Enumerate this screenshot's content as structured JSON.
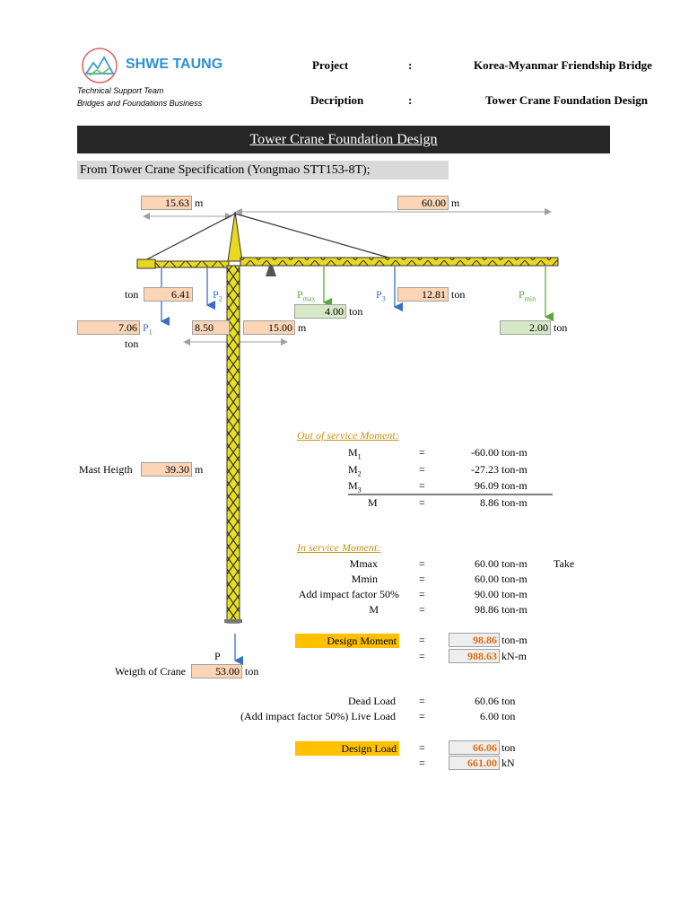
{
  "logo": {
    "name": "SHWE TAUNG",
    "team": "Technical Support Team",
    "business": "Bridges and Foundations Business"
  },
  "header": {
    "project_label": "Project",
    "project_sep": ":",
    "project_value": "Korea-Myanmar Friendship Bridge",
    "desc_label": "Decription",
    "desc_sep": ":",
    "desc_value": "Tower Crane Foundation Design"
  },
  "title": "Tower Crane Foundation Design",
  "spec_line": "From Tower Crane Specification (Yongmao STT153-8T);",
  "diagram": {
    "counter_jib_length": "15.63",
    "jib_length": "60.00",
    "unit_m": "m",
    "unit_ton": "ton",
    "p2_value": "6.41",
    "p2_label": "P",
    "p2_sub": "2",
    "pmax_label": "P",
    "pmax_sub": "max",
    "pmax_value": "4.00",
    "p3_label": "P",
    "p3_sub": "3",
    "p3_value": "12.81",
    "pmin_label": "P",
    "pmin_sub": "min",
    "pmin_value": "2.00",
    "p1_value": "7.06",
    "p1_label": "P",
    "p1_sub": "1",
    "dist1": "8.50",
    "dist2": "15.00",
    "mast_label": "Mast Heigth",
    "mast_value": "39.30",
    "p_label": "P",
    "crane_weight_label": "Weigth of Crane",
    "crane_weight_value": "53.00"
  },
  "out_of_service": {
    "title": "Out of service Moment:",
    "rows": [
      {
        "label": "M",
        "sub": "1",
        "eq": "=",
        "value": "-60.00",
        "unit": "ton-m"
      },
      {
        "label": "M",
        "sub": "2",
        "eq": "=",
        "value": "-27.23",
        "unit": "ton-m"
      },
      {
        "label": "M",
        "sub": "3",
        "eq": "=",
        "value": "96.09",
        "unit": "ton-m"
      }
    ],
    "total": {
      "label": "M",
      "eq": "=",
      "value": "8.86",
      "unit": "ton-m"
    }
  },
  "in_service": {
    "title": "In service Moment:",
    "rows": [
      {
        "label": "Mmax",
        "eq": "=",
        "value": "60.00",
        "unit": "ton-m",
        "note": "Take"
      },
      {
        "label": "Mmin",
        "eq": "=",
        "value": "60.00",
        "unit": "ton-m"
      },
      {
        "label": "Add impact factor 50%",
        "eq": "=",
        "value": "90.00",
        "unit": "ton-m"
      },
      {
        "label": "M",
        "eq": "=",
        "value": "98.86",
        "unit": "ton-m"
      }
    ]
  },
  "design_moment": {
    "label": "Design Moment",
    "eq": "=",
    "value1": "98.86",
    "unit1": "ton-m",
    "value2": "988.63",
    "unit2": "kN-m"
  },
  "loads": {
    "dead_label": "Dead Load",
    "dead_eq": "=",
    "dead_value": "60.06",
    "dead_unit": "ton",
    "live_label": "(Add impact factor 50%) Live Load",
    "live_eq": "=",
    "live_value": "6.00",
    "live_unit": "ton"
  },
  "design_load": {
    "label": "Design Load",
    "eq": "=",
    "value1": "66.06",
    "unit1": "ton",
    "value2": "661.00",
    "unit2": "kN"
  }
}
